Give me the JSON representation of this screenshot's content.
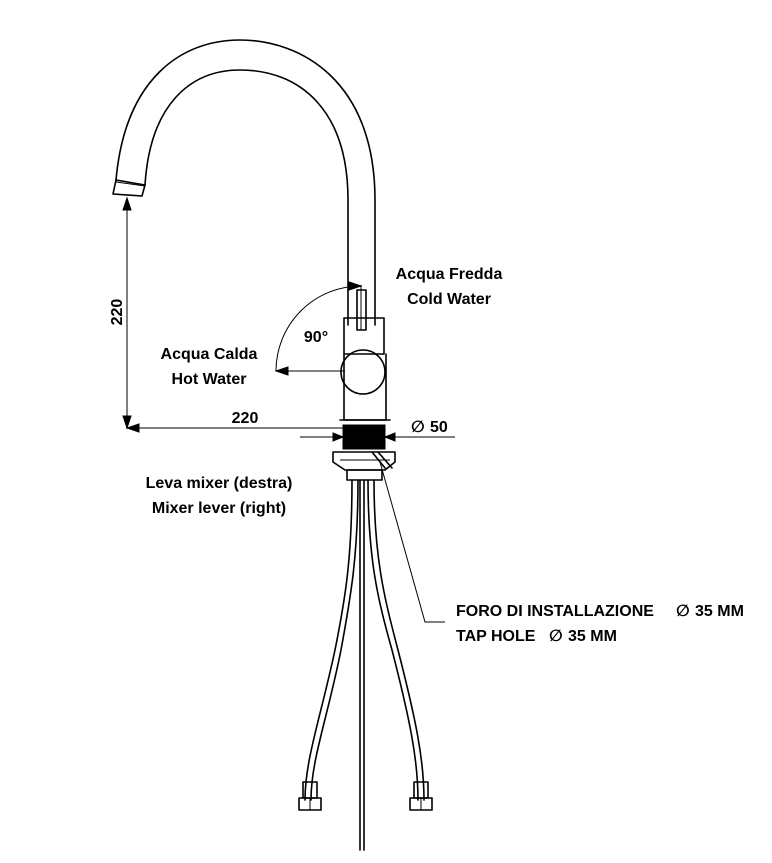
{
  "labels": {
    "spout_height": "220",
    "spout_reach": "220",
    "lever_angle": "90°",
    "cold_water_it": "Acqua Fredda",
    "cold_water_en": "Cold Water",
    "hot_water_it": "Acqua Calda",
    "hot_water_en": "Hot Water",
    "diameter_base": "50",
    "lever_it": "Leva mixer (destra)",
    "lever_en": "Mixer lever (right)",
    "tap_hole_it_prefix": "FORO DI INSTALLAZIONE",
    "tap_hole_it_value": "35 MM",
    "tap_hole_en_prefix": "TAP HOLE",
    "tap_hole_en_value": "35 MM"
  },
  "symbols": {
    "diameter": "∅"
  }
}
